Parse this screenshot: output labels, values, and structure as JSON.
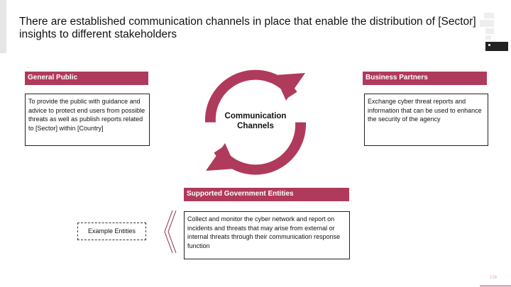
{
  "slide": {
    "title": "There are established communication channels in place that enable the distribution of [Sector] insights to different stakeholders",
    "page_number": "128",
    "accent_color": "#b03a5b"
  },
  "cycle": {
    "label_line1": "Communication",
    "label_line2": "Channels"
  },
  "general_public": {
    "header": "General Public",
    "text": "To provide the public with guidance and advice to protect end users from possible threats as well as publish reports related to [Sector] within [Country]"
  },
  "business_partners": {
    "header": "Business Partners",
    "text": "Exchange cyber threat reports and information that can be used to enhance the security of the agency"
  },
  "government_entities": {
    "header": "Supported Government Entities",
    "text": "Collect and monitor the cyber network and report on incidents and threats that may arise from external or internal threats through their communication response function"
  },
  "example": {
    "label": "Example Entities"
  }
}
